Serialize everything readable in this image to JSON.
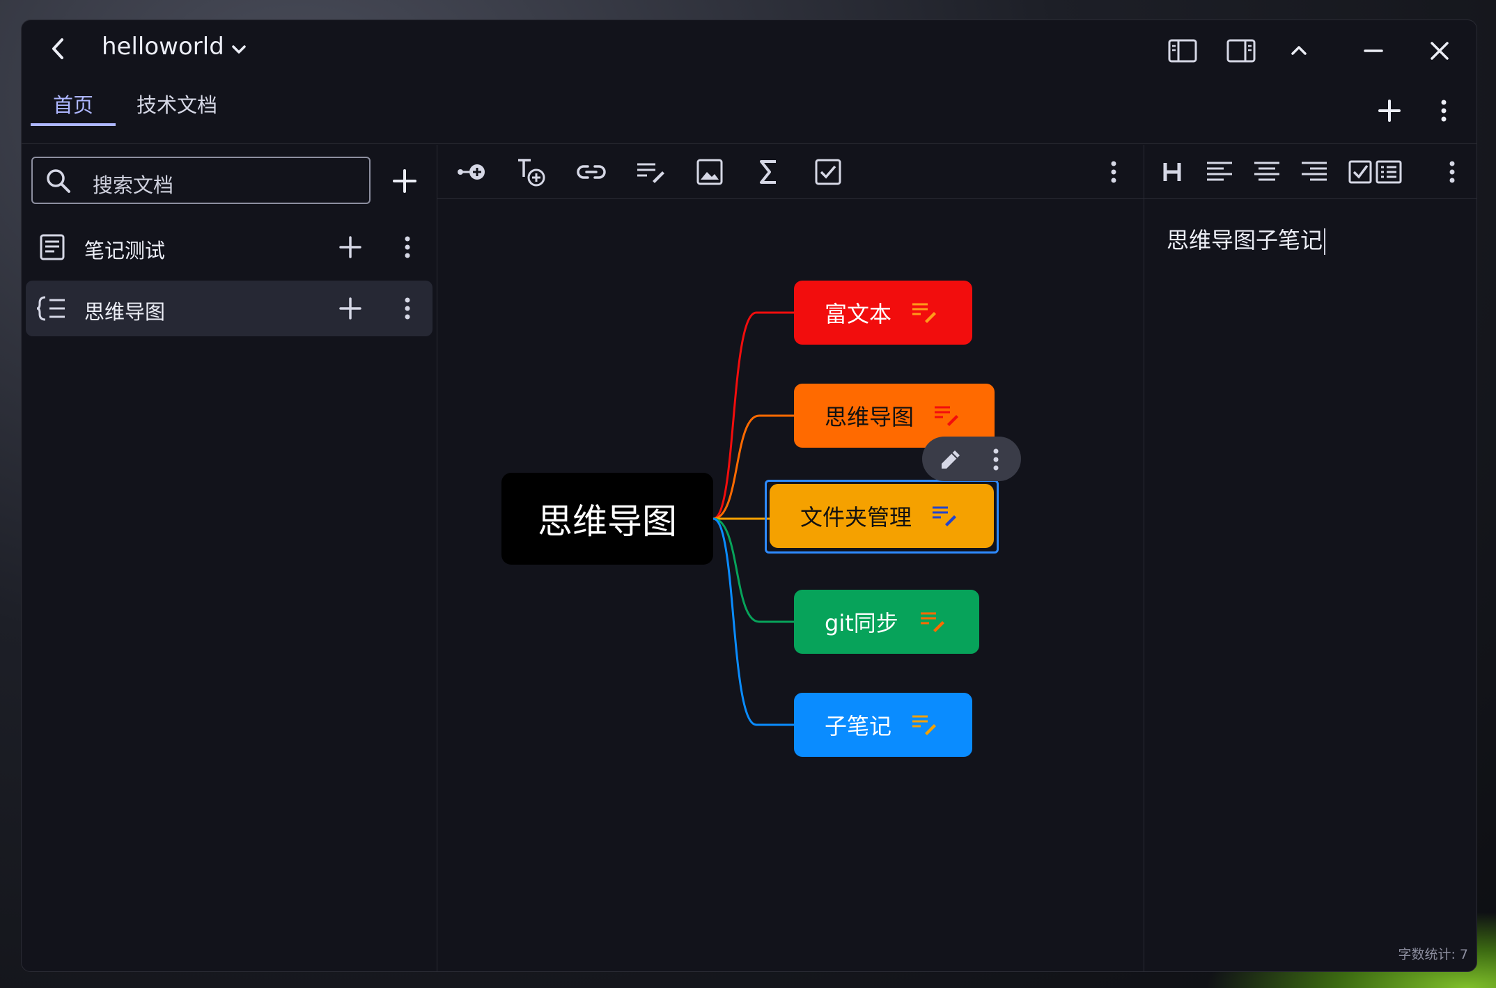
{
  "app": {
    "title": "helloworld"
  },
  "tabs": [
    {
      "label": "首页",
      "active": true
    },
    {
      "label": "技术文档",
      "active": false
    }
  ],
  "sidebar": {
    "search_placeholder": "搜索文档",
    "items": [
      {
        "label": "笔记测试",
        "icon": "document-icon",
        "selected": false
      },
      {
        "label": "思维导图",
        "icon": "mindmap-icon",
        "selected": true
      }
    ]
  },
  "mindmap": {
    "root": "思维导图",
    "children": [
      {
        "label": "富文本",
        "bg": "#f20d0d",
        "text_color": "#ffffff",
        "icon_color": "#ff9a1a"
      },
      {
        "label": "思维导图",
        "bg": "#ff6a00",
        "text_color": "#111111",
        "icon_color": "#f20d0d"
      },
      {
        "label": "文件夹管理",
        "bg": "#f5a100",
        "text_color": "#111111",
        "icon_color": "#2244cc",
        "selected": true
      },
      {
        "label": "git同步",
        "bg": "#07a35a",
        "text_color": "#ffffff",
        "icon_color": "#ff6a00"
      },
      {
        "label": "子笔记",
        "bg": "#0a8cff",
        "text_color": "#ffffff",
        "icon_color": "#f5a100"
      }
    ]
  },
  "editor": {
    "content": "思维导图子笔记",
    "word_count": "字数统计: 7"
  },
  "colors": {
    "accent": "#aeb7ff",
    "selection": "#2e8bff",
    "background": "#12131b"
  }
}
